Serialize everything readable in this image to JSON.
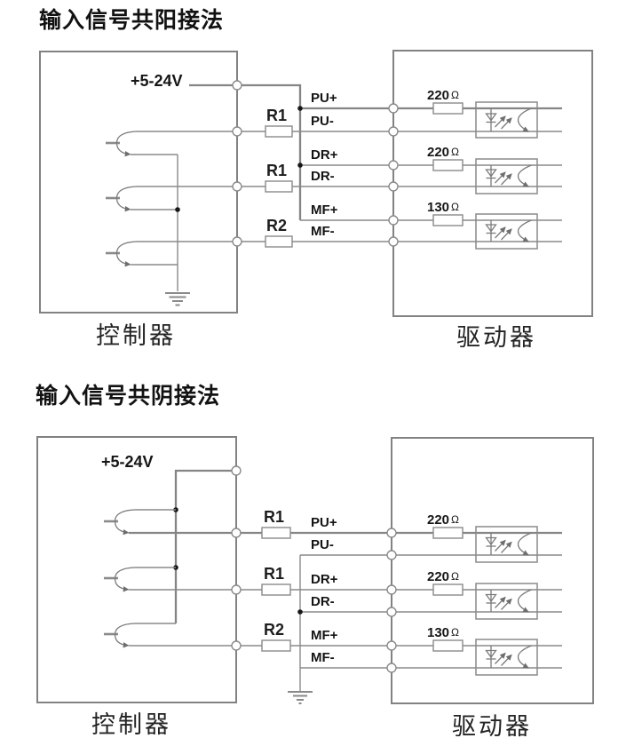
{
  "colors": {
    "background": "#ffffff",
    "wire": "#8a8a8a",
    "text": "#161616"
  },
  "diagrams": [
    {
      "title": "输入信号共阳接法",
      "supply_label": "+5-24V",
      "series_resistors": [
        "R1",
        "R1",
        "R2"
      ],
      "signals": [
        "PU+",
        "PU-",
        "DR+",
        "DR-",
        "MF+",
        "MF-"
      ],
      "internal_resistors": [
        {
          "value": "220",
          "unit": "Ω"
        },
        {
          "value": "220",
          "unit": "Ω"
        },
        {
          "value": "130",
          "unit": "Ω"
        }
      ],
      "controller_label": "控制器",
      "driver_label": "驱动器"
    },
    {
      "title": "输入信号共阴接法",
      "supply_label": "+5-24V",
      "series_resistors": [
        "R1",
        "R1",
        "R2"
      ],
      "signals": [
        "PU+",
        "PU-",
        "DR+",
        "DR-",
        "MF+",
        "MF-"
      ],
      "internal_resistors": [
        {
          "value": "220",
          "unit": "Ω"
        },
        {
          "value": "220",
          "unit": "Ω"
        },
        {
          "value": "130",
          "unit": "Ω"
        }
      ],
      "controller_label": "控制器",
      "driver_label": "驱动器"
    }
  ]
}
